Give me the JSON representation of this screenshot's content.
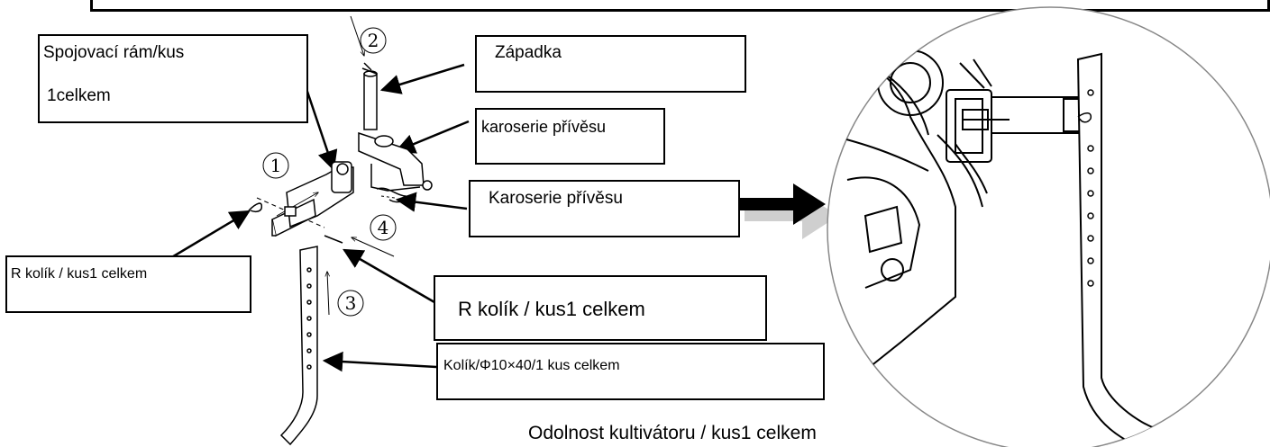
{
  "labels": {
    "connecting_frame_line1": "Spojovací rám/kus",
    "connecting_frame_line2": "1celkem",
    "latch": "Západka",
    "trailer_body_1": "karoserie přívěsu",
    "trailer_body_2": "Karoserie přívěsu",
    "r_pin_left": "R kolík / kus1 celkem",
    "r_pin_right": "R kolík / kus1 celkem",
    "pin_spec": "Kolík/Φ10×40/1 kus celkem"
  },
  "callout_numbers": [
    "1",
    "2",
    "3",
    "4"
  ],
  "caption": "Odolnost kultivátoru / kus1 celkem",
  "colors": {
    "line": "#000000",
    "arrow_shadow": "#cfcfcf",
    "background": "#ffffff"
  },
  "icons": [
    "arrow-right-icon"
  ]
}
